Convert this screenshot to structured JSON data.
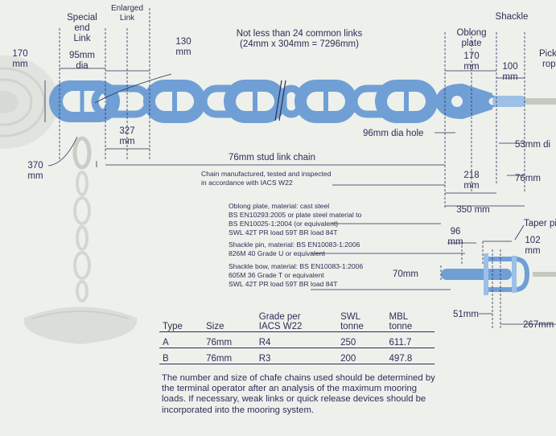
{
  "labels": {
    "enlarged_link": [
      "Enlarged",
      "Link"
    ],
    "special_end_link": [
      "Special",
      "end",
      "Link"
    ],
    "shackle": "Shackle",
    "pick_rope": [
      "Pick",
      "rop"
    ],
    "not_less_than": [
      "Not less than 24 common links",
      "(24mm x 304mm = 7296mm)"
    ],
    "oblong_plate": [
      "Oblong",
      "plate"
    ],
    "dim_170_left": [
      "170",
      "mm"
    ],
    "dim_95": [
      "95mm",
      "dia"
    ],
    "dim_130": [
      "130",
      "mm"
    ],
    "dim_170_right": [
      "170",
      "mm"
    ],
    "dim_100": [
      "100",
      "mm"
    ],
    "dim_327": [
      "327",
      "mm"
    ],
    "hole_96": "96mm dia hole",
    "dim_53": "53mm di",
    "stud_chain": "76mm stud link chain",
    "manufactured": [
      "Chain manufactured, tested and inspected",
      "in accordance with IACS W22"
    ],
    "dim_370": [
      "370",
      "mm"
    ],
    "dim_218": [
      "218",
      "mm"
    ],
    "dim_76": "76mm",
    "dim_350": "350 mm",
    "oblong_material": [
      "Oblong plate, material: cast steel",
      "BS EN10293:2005 or plate steel material to",
      "BS EN10025-1:2004 (or equivalent)",
      "SWL 42T  PR load 59T  BR load 84T"
    ],
    "pin_material": [
      "Shackle pin, material: BS EN10083-1:2006",
      "826M 40 Grade U or equivalent"
    ],
    "bow_material": [
      "Shackle bow, material: BS EN10083-1:2006",
      "605M 36 Grade T or equivalent",
      "SWL 42T  PR load 59T  BR load 84T"
    ],
    "taper_pin": "Taper pin",
    "dim_96": [
      "96",
      "mm"
    ],
    "dim_102": [
      "102",
      "mm"
    ],
    "dim_70": "70mm",
    "dim_51": "51mm",
    "dim_267": "267mm"
  },
  "table": {
    "headers": [
      [
        "Type"
      ],
      [
        "Size"
      ],
      [
        "Grade per",
        "IACS W22"
      ],
      [
        "SWL",
        "tonne"
      ],
      [
        "MBL",
        "tonne"
      ]
    ],
    "rows": [
      [
        "A",
        "76mm",
        "R4",
        "250",
        "611.7"
      ],
      [
        "B",
        "76mm",
        "R3",
        "200",
        "497.8"
      ]
    ]
  },
  "note": "The number and size of chafe chains used should be determined by the terminal operator after an analysis of the maximum mooring loads. If necessary, weak links or quick release devices should be incorporated into the mooring system.",
  "colors": {
    "ink": "#2b2f55",
    "chain": "#6f9fd5",
    "chain_light": "#9cc0e6",
    "hull": "#c9ccc7",
    "paper": "#eef0ec"
  }
}
